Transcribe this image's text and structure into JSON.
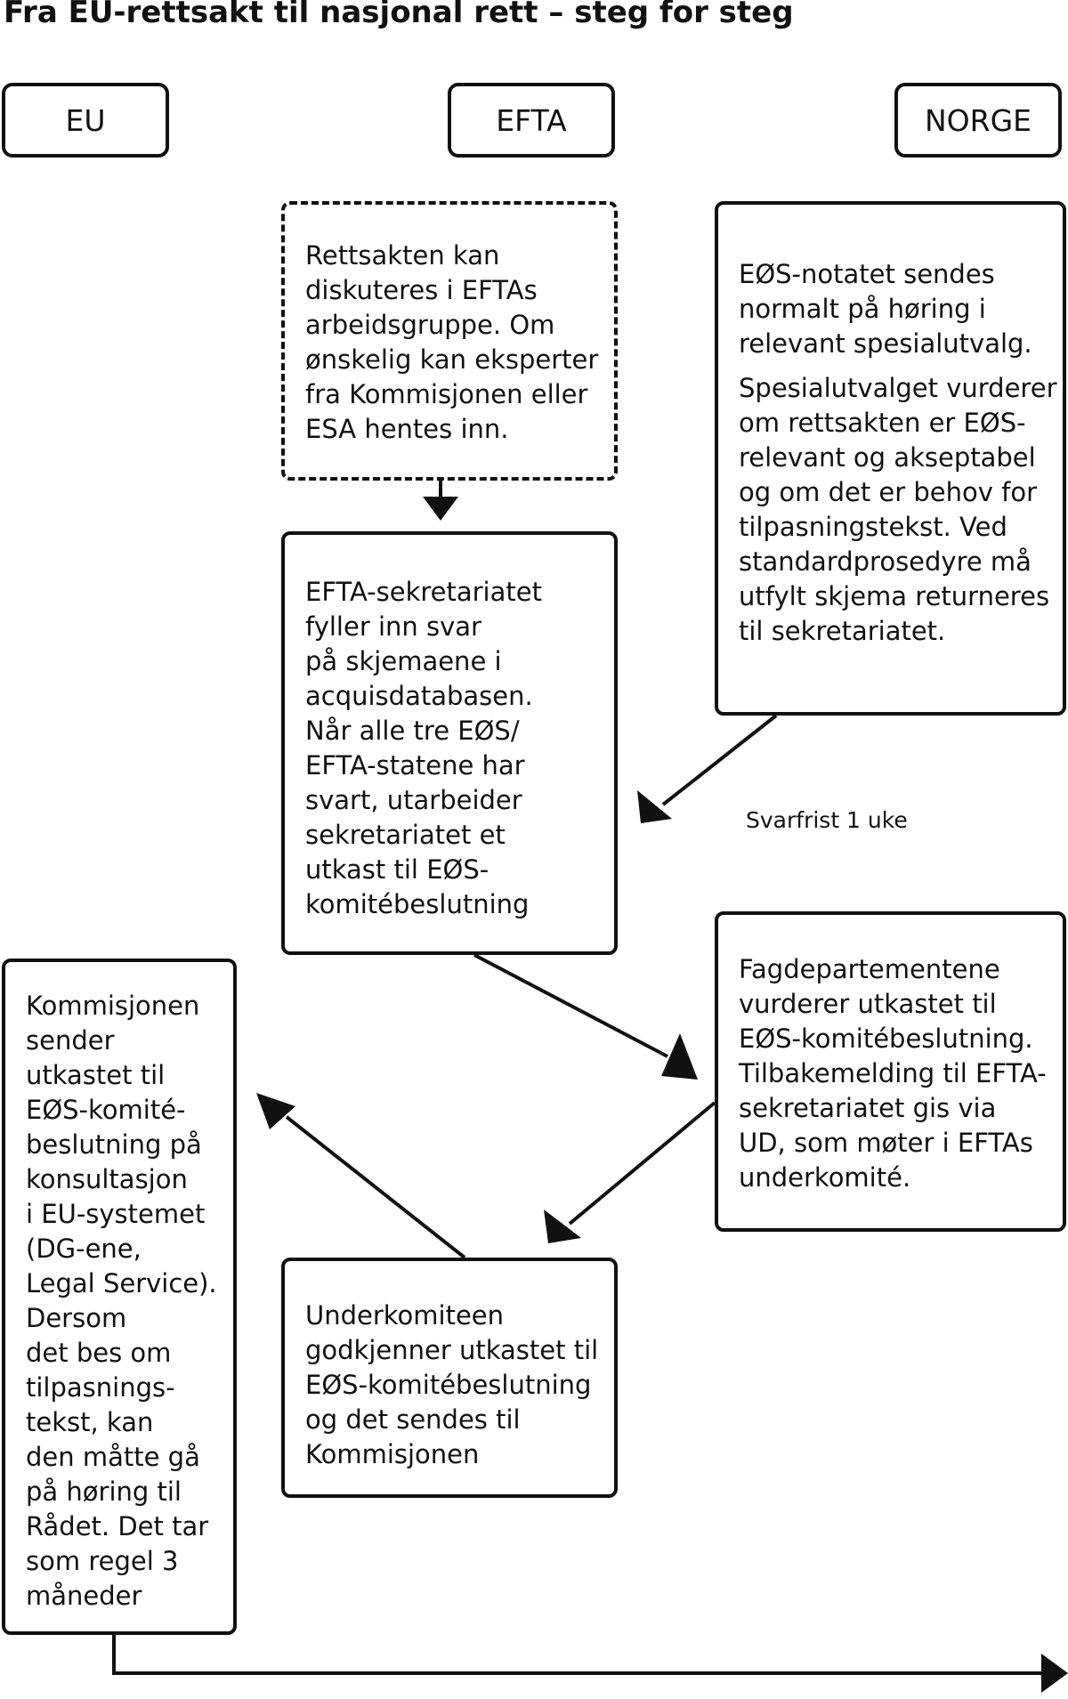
{
  "title": "Fra EU-rettsakt til nasjonal rett – steg for steg",
  "columns": {
    "eu": "EU",
    "efta": "EFTA",
    "norge": "NORGE"
  },
  "steps": {
    "efta_discussion": "Rettsakten kan\ndiskuteres i EFTAs\narbeidsgruppe. Om\nønskelig kan eksperter\nfra Kommisjonen eller\nESA hentes inn.",
    "norge_hearing_p1": "EØS-notatet sendes\nnormalt på høring i\nrelevant spesialutvalg.",
    "norge_hearing_p2": "Spesialutvalget vurderer\nom rettsakten er EØS-\nrelevant og akseptabel\nog om det er behov for\ntilpasningstekst. Ved\nstandardprosedyre må\nutfylt skjema returneres\ntil sekretariatet.",
    "efta_secretariat": "EFTA-sekretariatet\nfyller inn svar\npå skjemaene i\nacquisdatabasen.\nNår alle tre EØS/\nEFTA-statene har\nsvart, utarbeider\nsekretariatet et\nutkast til EØS-\nkomitébeslutning",
    "norge_ministries": "Fagdepartementene\nvurderer utkastet til\nEØS-komitébeslutning.\nTilbakemelding til EFTA-\nsekretariatet gis via\nUD, som møter i EFTAs\nunderkomité.",
    "eu_commission": "Kommisjonen\nsender\nutkastet til\nEØS-komité-\nbeslutning på\nkonsultasjon\ni EU-systemet\n(DG-ene,\nLegal Service).\nDersom\ndet bes om\ntilpasnings-\ntekst, kan\nden måtte gå\npå høring til\nRådet. Det tar\nsom regel 3\nmåneder",
    "efta_subcommittee": "Underkomiteen\ngodkjenner utkastet til\nEØS-komitébeslutning\nog det sendes til\nKommisjonen"
  },
  "annotations": {
    "deadline": "Svarfrist 1 uke"
  }
}
